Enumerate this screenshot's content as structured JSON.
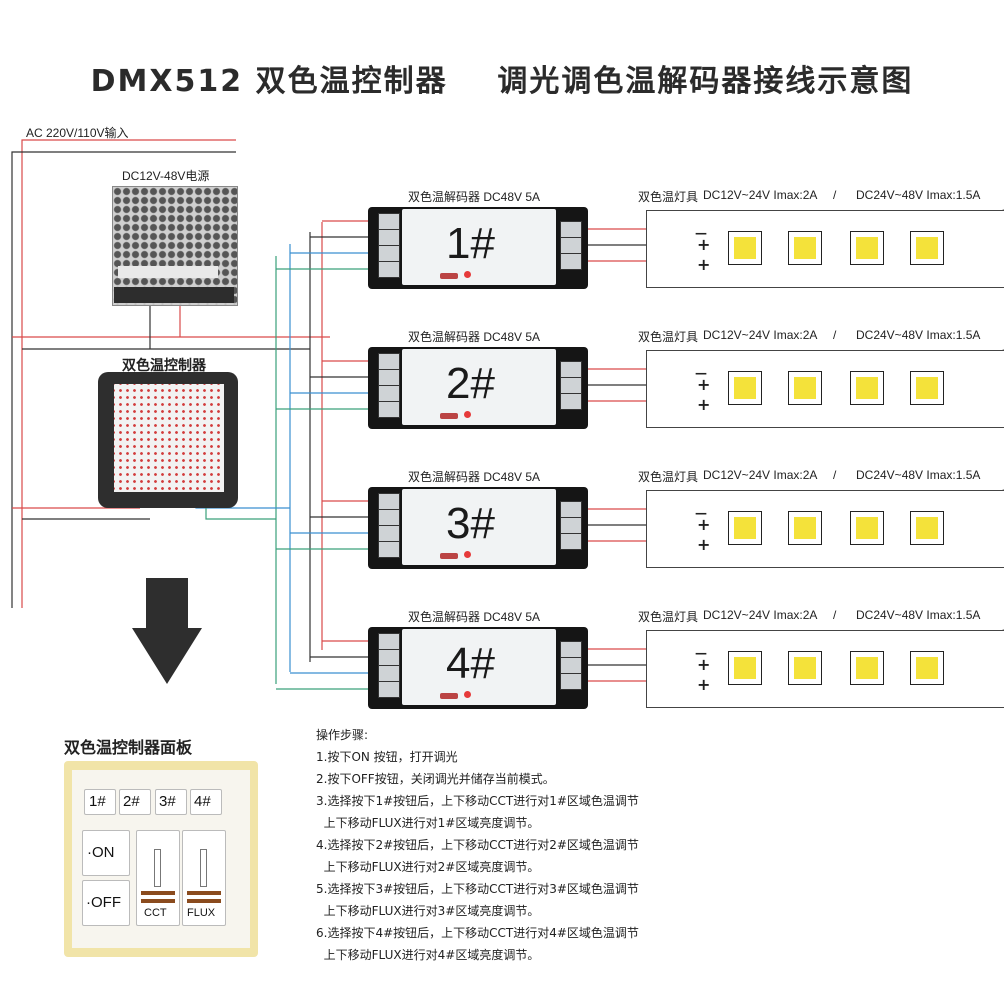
{
  "title": "DMX512 双色温控制器    调光调色温解码器接线示意图",
  "ac_label": "AC 220V/110V输入",
  "psu_label": "DC12V-48V电源",
  "controller_label": "双色温控制器",
  "decoders": [
    {
      "label": "双色温解码器 DC48V  5A",
      "number": "1#"
    },
    {
      "label": "双色温解码器 DC48V  5A",
      "number": "2#"
    },
    {
      "label": "双色温解码器 DC48V  5A",
      "number": "3#"
    },
    {
      "label": "双色温解码器 DC48V  5A",
      "number": "4#"
    }
  ],
  "strip_spec": {
    "name": "双色温灯具",
    "range1": "DC12V~24V  Imax:2A",
    "sep": "/",
    "range2": "DC24V~48V  Imax:1.5A"
  },
  "polarity": {
    "minus": "—",
    "plus": "+"
  },
  "panel": {
    "title": "双色温控制器面板",
    "zones": [
      "1#",
      "2#",
      "3#",
      "4#"
    ],
    "on": "·ON",
    "off": "·OFF",
    "cct": "CCT",
    "flux": "FLUX"
  },
  "steps": {
    "heading": "操作步骤:",
    "lines": [
      "1.按下ON 按钮，打开调光",
      "2.按下OFF按钮，关闭调光并储存当前模式。",
      "3.选择按下1#按钮后，上下移动CCT进行对1#区域色温调节",
      "  上下移动FLUX进行对1#区域亮度调节。",
      "4.选择按下2#按钮后，上下移动CCT进行对2#区域色温调节",
      "  上下移动FLUX进行对2#区域亮度调节。",
      "5.选择按下3#按钮后，上下移动CCT进行对3#区域色温调节",
      "  上下移动FLUX进行对3#区域亮度调节。",
      "6.选择按下4#按钮后，上下移动CCT进行对4#区域色温调节",
      "  上下移动FLUX进行对4#区域亮度调节。"
    ]
  },
  "colors": {
    "red_wire": "#d94a4a",
    "black_wire": "#333333",
    "blue_wire": "#3a8fd0",
    "green_wire": "#3aa07a",
    "led_yellow": "#f4e23a"
  }
}
